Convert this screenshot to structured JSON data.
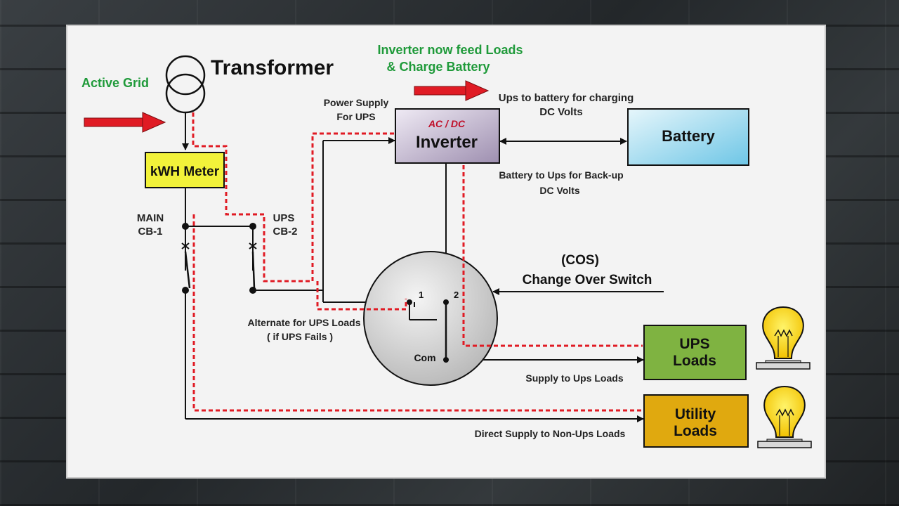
{
  "colors": {
    "meter": "#f2f23a",
    "inverter": "#c8bcd6",
    "battery": "#9ed9ee",
    "ups_loads": "#7fb341",
    "utility_loads": "#e0a90f",
    "ups_path": "#e01b24",
    "green_text": "#1f9a3a"
  },
  "labels": {
    "active_grid": "Active Grid",
    "transformer": "Transformer",
    "kwh_meter": "kWH Meter",
    "main_cb_line1": "MAIN",
    "main_cb_line2": "CB-1",
    "ups_cb_line1": "UPS",
    "ups_cb_line2": "CB-2",
    "power_supply_line1": "Power Supply",
    "power_supply_line2": "For UPS",
    "inverter_feed_line1": "Inverter now feed Loads",
    "inverter_feed_line2": "& Charge Battery",
    "ac_dc": "AC / DC",
    "inverter": "Inverter",
    "battery": "Battery",
    "ups_to_battery_line1": "Ups to battery for charging",
    "ups_to_battery_line2": "DC Volts",
    "battery_to_ups_line1": "Battery to Ups for Back-up",
    "battery_to_ups_line2": "DC Volts",
    "cos_line1": "(COS)",
    "cos_line2": "Change Over Switch",
    "port1": "1",
    "port2": "2",
    "port_com": "Com",
    "alternate_line1": "Alternate for UPS Loads",
    "alternate_line2": "( if UPS Fails )",
    "ups_loads_line1": "UPS",
    "ups_loads_line2": "Loads",
    "supply_ups_loads": "Supply to Ups Loads",
    "utility_loads_line1": "Utility",
    "utility_loads_line2": "Loads",
    "direct_supply": "Direct Supply to Non-Ups Loads"
  },
  "icons": [
    "transformer-icon",
    "bulb-icon",
    "arrow-icon"
  ]
}
